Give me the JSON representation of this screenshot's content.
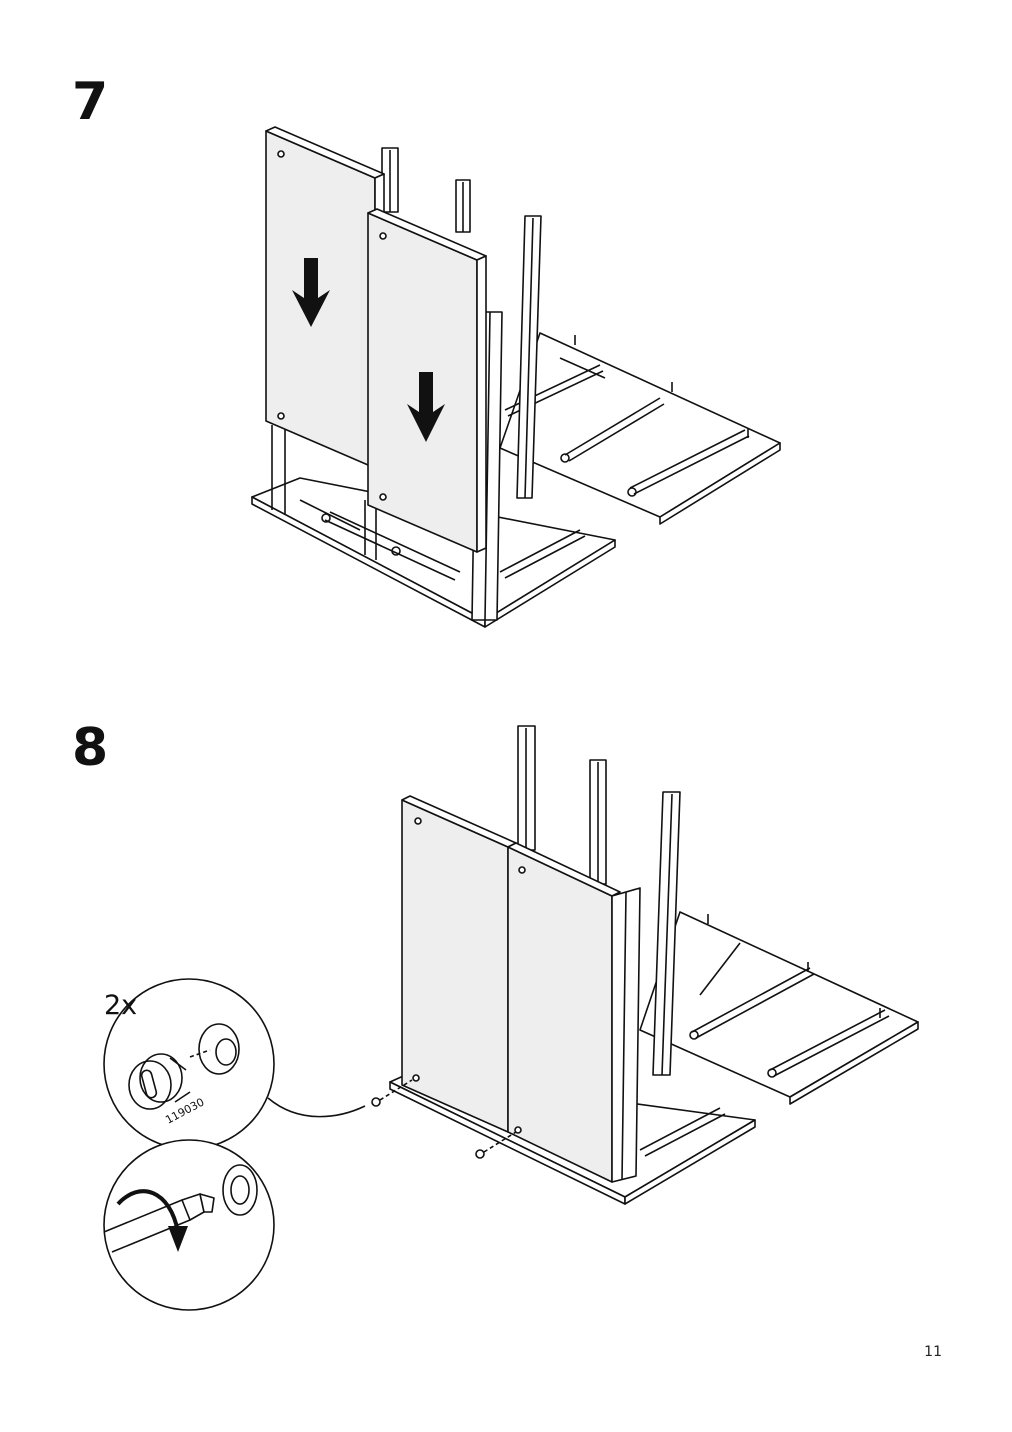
{
  "steps": [
    {
      "number": "7"
    },
    {
      "number": "8"
    }
  ],
  "detail": {
    "quantity": "2x",
    "part_code": "119030"
  },
  "icons": [
    "down-arrow-icon",
    "rotate-clockwise-icon",
    "cam-lock-fitting-icon",
    "screwdriver-icon"
  ],
  "page_number": "11"
}
